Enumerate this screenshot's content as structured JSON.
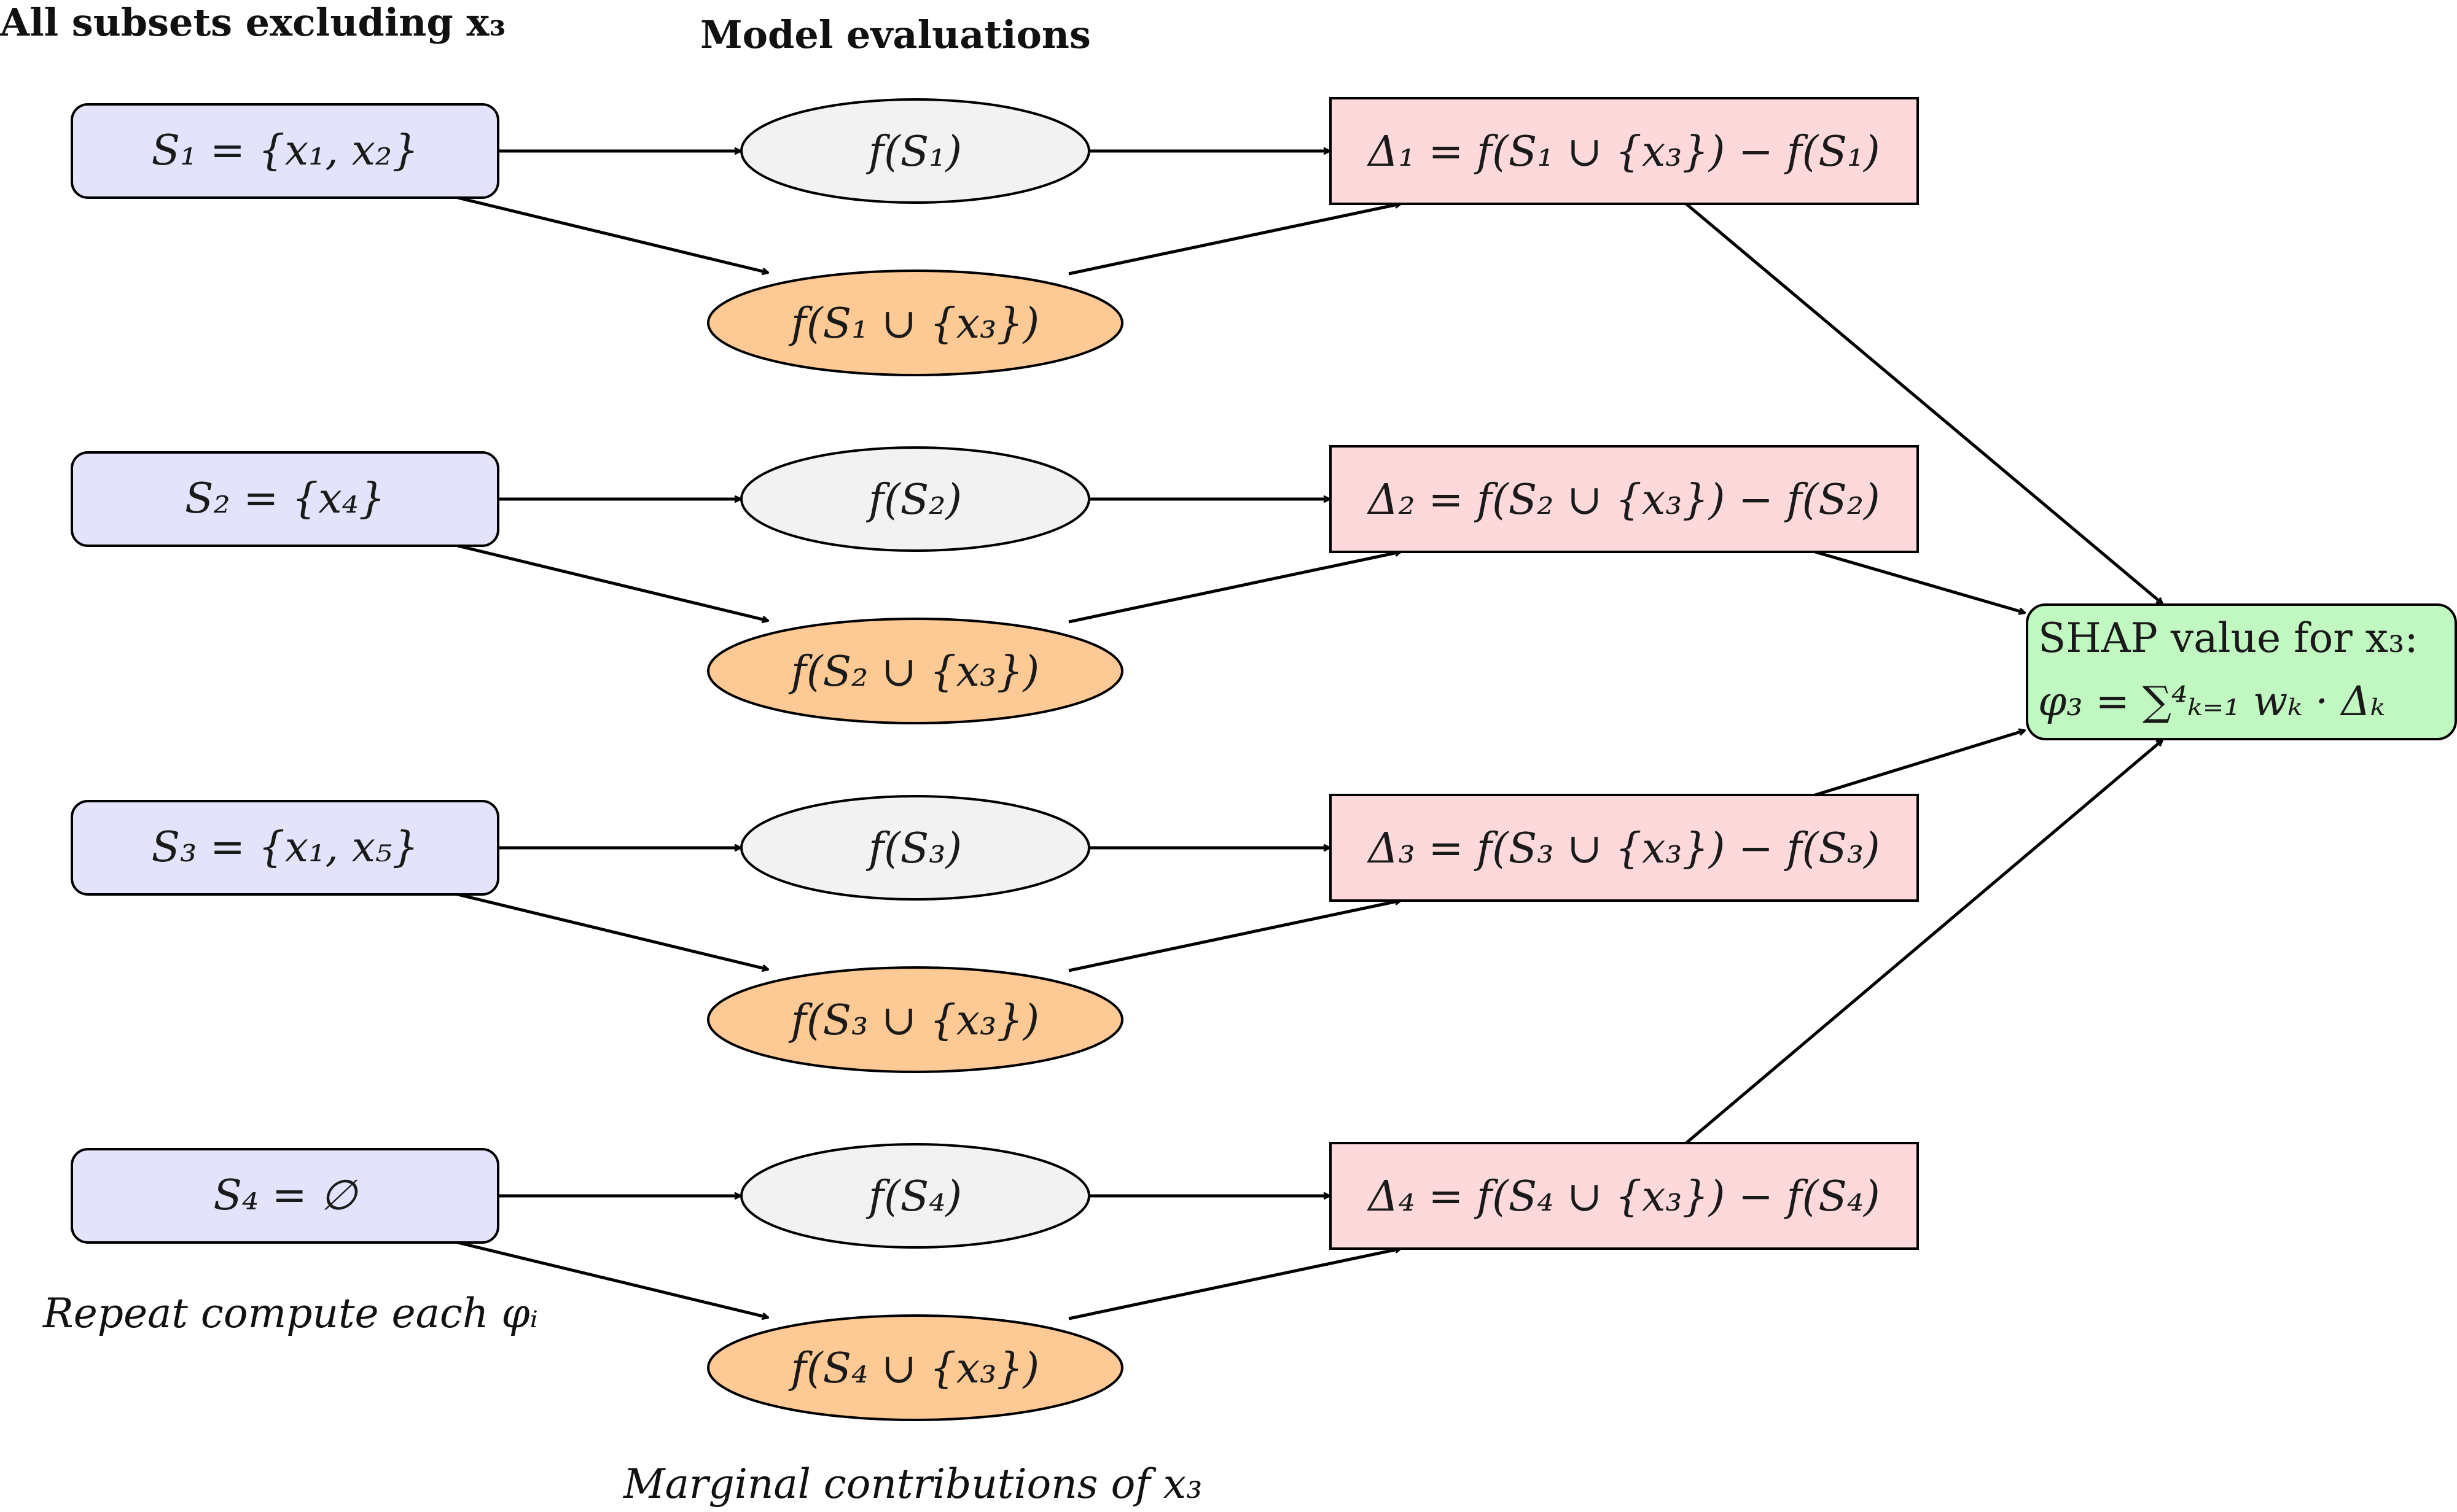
{
  "headings": {
    "subsets": "All subsets excluding x₃",
    "evaluations": "Model evaluations"
  },
  "rows": [
    {
      "subset": "S₁ = {x₁, x₂}",
      "f_without": "f(S₁)",
      "f_with": "f(S₁ ∪ {x₃})",
      "delta": "Δ₁ = f(S₁ ∪ {x₃}) − f(S₁)"
    },
    {
      "subset": "S₂ = {x₄}",
      "f_without": "f(S₂)",
      "f_with": "f(S₂ ∪ {x₃})",
      "delta": "Δ₂ = f(S₂ ∪ {x₃}) − f(S₂)"
    },
    {
      "subset": "S₃ = {x₁, x₅}",
      "f_without": "f(S₃)",
      "f_with": "f(S₃ ∪ {x₃})",
      "delta": "Δ₃ = f(S₃ ∪ {x₃}) − f(S₃)"
    },
    {
      "subset": "S₄ = ∅",
      "f_without": "f(S₄)",
      "f_with": "f(S₄ ∪ {x₃})",
      "delta": "Δ₄ = f(S₄ ∪ {x₃}) − f(S₄)"
    }
  ],
  "shap": {
    "line1": "SHAP value for x₃:",
    "line2": "φ₃ = ∑⁴ₖ₌₁ wₖ · Δₖ"
  },
  "notes": {
    "repeat": "Repeat compute each φᵢ",
    "marginal": "Marginal contributions of x₃"
  },
  "colors": {
    "subset_fill": "#e3e3fb",
    "f_without_fill": "#f2f2f2",
    "f_with_fill": "#fdc994",
    "delta_fill": "#fdd9db",
    "shap_fill": "#c1f7c1",
    "stroke": "#000000"
  }
}
